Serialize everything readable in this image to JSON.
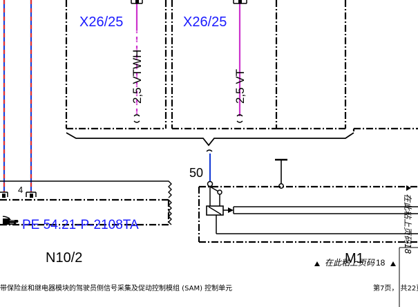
{
  "connectors": {
    "left": "X26/25",
    "right": "X26/25"
  },
  "wires": {
    "left_label": "2,5 VTWH",
    "right_label": "2,5 VT",
    "pin_50": "50",
    "pin_4": "4"
  },
  "modules": {
    "n10_2": "N10/2",
    "m1": "M1"
  },
  "reference": {
    "text": "PE 54.21-P-2108TA",
    "hand_icon": "pointing-hand-icon"
  },
  "continuation": {
    "bottom_text": "在此粘上页码",
    "bottom_page": "18",
    "vertical_text": "在此粘上页码18"
  },
  "footer": {
    "description": "带保险丝和继电器模块的驾驶员侧信号采集及促动控制模组 (SAM) 控制单元",
    "page_prefix": "第",
    "page_current": "7",
    "page_middle": "页，  共",
    "page_total": "22",
    "page_suffix": "页"
  },
  "colors": {
    "wire_violet": "#cc33cc",
    "wire_blue": "#1a3fd6",
    "wire_red": "#e03030",
    "label_blue": "#1a1aff",
    "line_black": "#000000"
  }
}
